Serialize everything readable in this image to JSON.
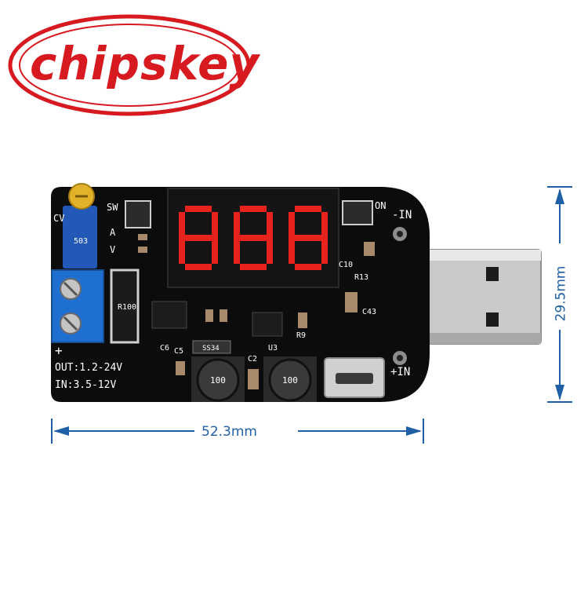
{
  "brand": {
    "logo_text": "chipskey",
    "color": "#d71920"
  },
  "dimensions": {
    "width_label": "52.3mm",
    "height_label": "29.5mm",
    "color": "#1f5fa6"
  },
  "board": {
    "color": "#0c0c0c",
    "silkscreen": [
      "SW",
      "ON",
      "-IN",
      "+IN",
      "CV",
      "A",
      "V",
      "R100",
      "OUT:1.2-24V",
      "IN:3.5-12V",
      "+",
      "R13",
      "C10",
      "C43",
      "C5",
      "C6",
      "C2",
      "U3",
      "R9",
      "SS34",
      "100",
      "100",
      "503"
    ],
    "display_digits": "888",
    "display_color": "#e8231d",
    "terminal_color": "#1f6fd1",
    "usb_color": "#c9c9c9"
  }
}
